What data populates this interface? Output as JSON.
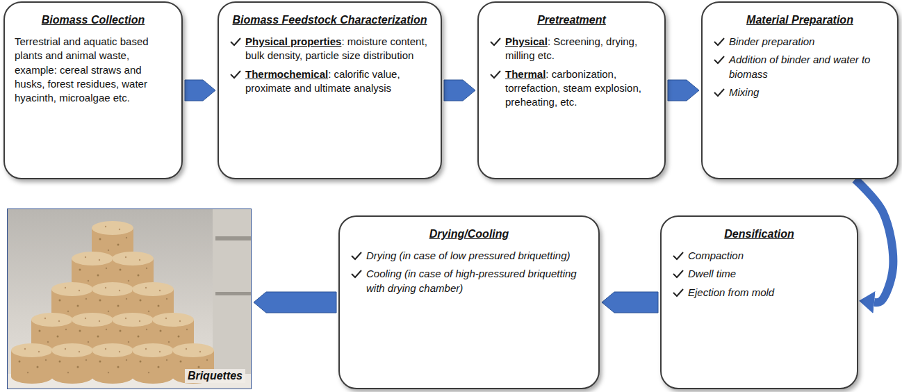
{
  "diagram": {
    "nodes": [
      {
        "text": [
          "Biomass Collection",
          "Terrestrial and aquatic based plants and animal waste, example: cereal straws and husks, forest residues, water hyacinth, microalgae etc."
        ]
      },
      {
        "text": [
          "Biomass Feedstock Characterization",
          "Physical properties: moisture content, bulk density, particle size distribution",
          "Thermochemical: calorific value, proximate and ultimate analysis"
        ]
      },
      {
        "text": [
          "Pretreatment",
          "Physical: Screening, drying, milling etc.",
          "Thermal: carbonization, torrefaction, steam explosion, preheating, etc."
        ]
      },
      {
        "text": [
          "Material Preparation",
          "Binder preparation",
          "Addition of binder and water to biomass",
          "Mixing"
        ]
      },
      {
        "text": [
          "Densification",
          "Compaction",
          "Dwell time",
          "Ejection from mold"
        ]
      },
      {
        "text": [
          "Drying/Cooling",
          "Drying (in case of low pressured briquetting)",
          "Cooling (in case of high-pressured briquetting with drying chamber)"
        ]
      },
      {
        "text": [
          "Briquettes"
        ]
      }
    ],
    "edges": [
      {
        "from": 0,
        "to": 1,
        "arrow": "to"
      },
      {
        "from": 1,
        "to": 2,
        "arrow": "to"
      },
      {
        "from": 2,
        "to": 3,
        "arrow": "to"
      },
      {
        "from": 3,
        "to": 4,
        "arrow": "to"
      },
      {
        "from": 4,
        "to": 5,
        "arrow": "to"
      },
      {
        "from": 5,
        "to": 6,
        "arrow": "to"
      }
    ]
  }
}
